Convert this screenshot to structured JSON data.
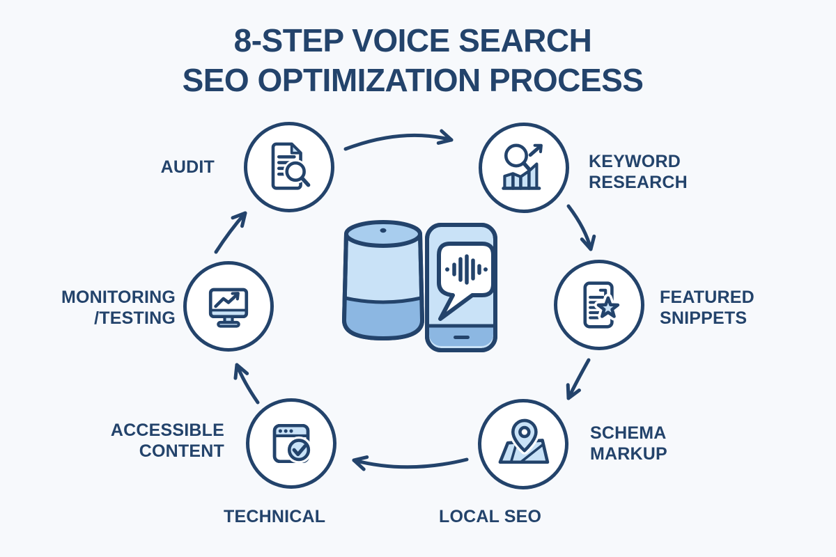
{
  "title": {
    "line1": "8-STEP VOICE SEARCH",
    "line2": "SEO OPTIMIZATION PROCESS"
  },
  "steps": [
    {
      "name": "audit",
      "lines": [
        "AUDIT"
      ],
      "icon": "document-magnifier-icon"
    },
    {
      "name": "keyword-research",
      "lines": [
        "KEYWORD",
        "RESEARCH"
      ],
      "icon": "magnifier-growth-chart-icon"
    },
    {
      "name": "featured-snippets",
      "lines": [
        "FEATURED",
        "SNIPPETS"
      ],
      "icon": "document-star-icon"
    },
    {
      "name": "schema-markup",
      "lines": [
        "SCHEMA",
        "MARKUP"
      ],
      "icon": "map-location-pin-icon"
    },
    {
      "name": "local-seo",
      "lines": [
        "LOCAL SEO"
      ],
      "icon": "map-location-pin-icon"
    },
    {
      "name": "technical",
      "lines": [
        "TECHNICAL"
      ],
      "icon": "browser-checkmark-icon"
    },
    {
      "name": "accessible-content",
      "lines": [
        "ACCESSIBLE",
        "CONTENT"
      ],
      "icon": "browser-checkmark-icon"
    },
    {
      "name": "monitoring-testing",
      "lines": [
        "MONITORING",
        "/TESTING"
      ],
      "icon": "monitor-trend-chart-icon"
    }
  ],
  "center_illustration": [
    "smart-speaker",
    "smartphone-with-voice-bubble"
  ],
  "flow": "clockwise-cycle",
  "colors": {
    "background": "#f7f9fc",
    "navy": "#23436b",
    "light_blue": "#c9e2f7",
    "mid_blue": "#a8cdee",
    "accent_blue": "#8cb7e2",
    "white": "#ffffff"
  }
}
